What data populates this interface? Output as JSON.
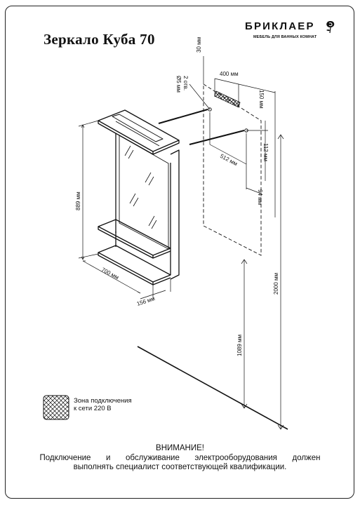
{
  "title": "Зеркало Куба 70",
  "brand": {
    "name": "БРИКЛАЕР",
    "tagline": "МЕБЕЛЬ ДЛЯ ВАННЫХ КОМНАТ"
  },
  "dimensions": {
    "hole_diameter": "Ø5 мм",
    "hole_count": "2 отв.",
    "top_offset": "30 мм",
    "zone_width": "400 мм",
    "right_offset": "150 мм",
    "hole_spacing": "512 мм",
    "hole_height": "112 мм",
    "edge_offset": "94 мм",
    "height": "889 мм",
    "width": "700 мм",
    "depth": "156 мм",
    "total_height": "2000 мм",
    "hole_from_floor": "1089 мм"
  },
  "legend": {
    "line1": "Зона подключения",
    "line2": "к сети 220 В"
  },
  "warning": {
    "title": "ВНИМАНИЕ!",
    "line1": "Подключение и обслуживание электрооборудования должен",
    "line2": "выполнять специалист соответствующей квалификации."
  }
}
